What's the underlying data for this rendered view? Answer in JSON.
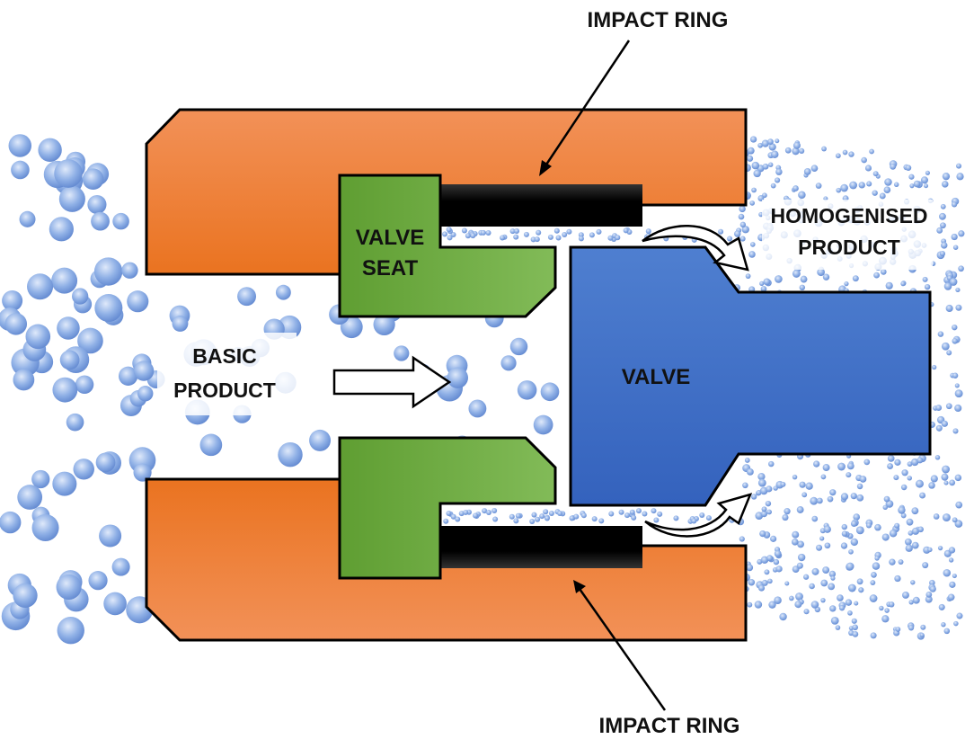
{
  "labels": {
    "impact_ring_top": "IMPACT RING",
    "impact_ring_bottom": "IMPACT RING",
    "valve_seat_line1": "VALVE",
    "valve_seat_line2": "SEAT",
    "basic_product_line1": "BASIC",
    "basic_product_line2": "PRODUCT",
    "homogenised_line1": "HOMOGENISED",
    "homogenised_line2": "PRODUCT",
    "valve": "VALVE"
  },
  "colors": {
    "housing": "#f07f2e",
    "valve_seat": "#6aaa3e",
    "impact_ring": "#000000",
    "valve": "#3f6fc6",
    "bubble": "#8fb0e6"
  }
}
